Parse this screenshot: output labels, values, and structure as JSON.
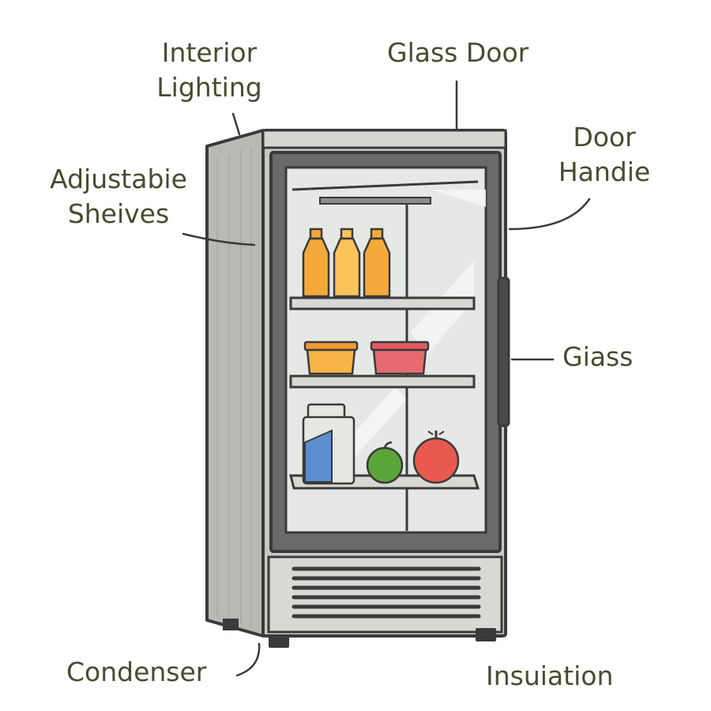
{
  "labels": {
    "interior_lighting": [
      "Interior",
      "Lighting"
    ],
    "glass_door": "Glass Door",
    "door_handle": [
      "Door",
      "Handie"
    ],
    "adjustable_shelves": [
      "Adjustabie",
      "Sheives"
    ],
    "glass": "Giass",
    "condenser": "Condenser",
    "insulation": "Insuiation"
  },
  "items": {
    "bottles": 3,
    "bowls": 2,
    "produce": [
      "green-apple",
      "red-apple"
    ],
    "carton": 1
  },
  "colors": {
    "label_text": "#4a4a30",
    "outline": "#3a3a3a",
    "cabinet": "#c9c9c5",
    "cabinet_side": "#b4b4b0",
    "glass": "#e6e8e6",
    "bottle": "#f6a93b",
    "bowl_orange": "#f7b448",
    "bowl_red": "#e86a6e",
    "carton_blue": "#5b8fd0",
    "apple_green": "#5aa63a",
    "apple_red": "#e85a50"
  }
}
